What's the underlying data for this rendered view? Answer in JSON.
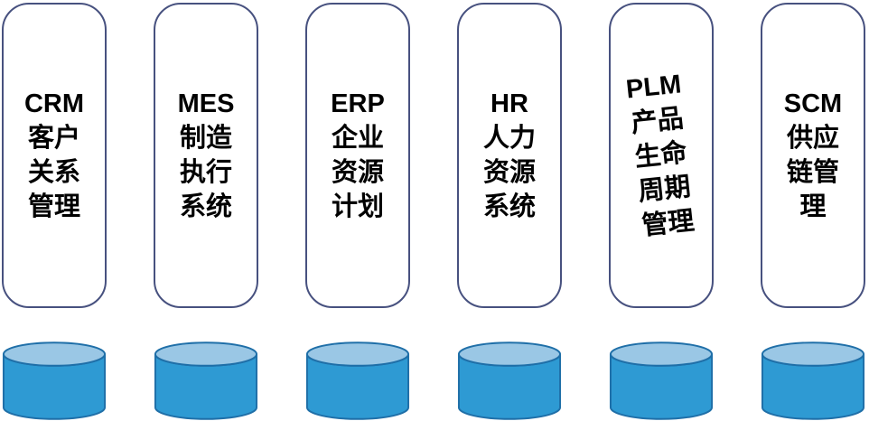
{
  "diagram": {
    "description_lines_note": "six enterprise software system pills, each above a database cylinder",
    "systems": [
      {
        "id": "crm",
        "acronym": "CRM",
        "lines": [
          "CRM",
          "客户",
          "关系",
          "管理"
        ]
      },
      {
        "id": "mes",
        "acronym": "MES",
        "lines": [
          "MES",
          "制造",
          "执行",
          "系统"
        ]
      },
      {
        "id": "erp",
        "acronym": "ERP",
        "lines": [
          "ERP",
          "企业",
          "资源",
          "计划"
        ]
      },
      {
        "id": "hr",
        "acronym": "HR",
        "lines": [
          "HR",
          "人力",
          "资源",
          "系统"
        ]
      },
      {
        "id": "plm",
        "acronym": "PLM",
        "lines": [
          "PLM",
          "产品",
          "生命",
          "周期",
          "管理"
        ],
        "tilted": true
      },
      {
        "id": "scm",
        "acronym": "SCM",
        "lines": [
          "SCM",
          "供应",
          "链管",
          "理"
        ]
      }
    ]
  },
  "colors": {
    "pill_border": "#47517F",
    "cylinder_body": "#2E9AD3",
    "cylinder_top": "#9AC7E5",
    "cylinder_outline": "#1F6FA8",
    "text_color": "#000000",
    "background": "#FFFFFF"
  }
}
